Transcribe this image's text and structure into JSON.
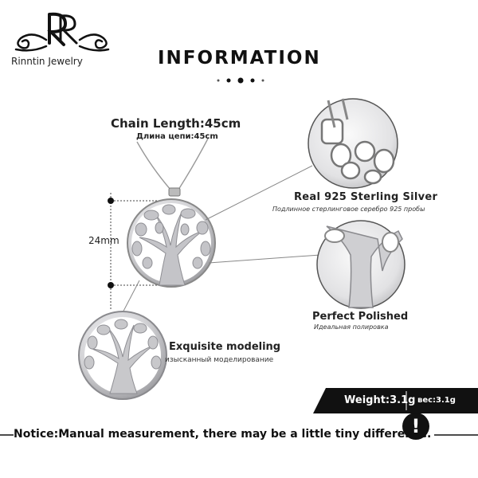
{
  "brand": {
    "name": "Rinntin Jewelry",
    "logo_icon": "rr-monogram-icon"
  },
  "title": "INFORMATION",
  "chain": {
    "en": "Chain Length:45cm",
    "ru": "Длина цепи:45cm"
  },
  "dimension": {
    "label": "24mm"
  },
  "features": [
    {
      "en": "Real 925  Sterling  Silver",
      "ru": "Подлинное стерлинговое серебро 925 пробы"
    },
    {
      "en": "Perfect  Polished",
      "ru": "Идеальная полировка"
    },
    {
      "en": "Exquisite modeling",
      "ru": "изысканный моделирование"
    }
  ],
  "weight": {
    "en": "Weight:3.1g",
    "ru": "вес:3.1g"
  },
  "notice": {
    "text": "Notice:Manual measurement, there may be a little tiny difference.",
    "icon": "exclamation-icon"
  },
  "colors": {
    "accent": "#111111",
    "silver": "#c9c9cb",
    "line": "#888888"
  }
}
